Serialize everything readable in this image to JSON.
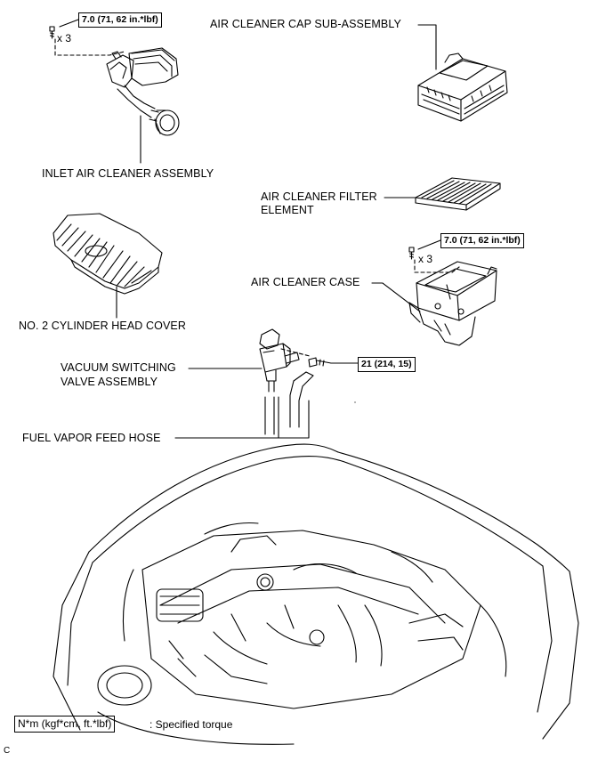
{
  "torque": {
    "inlet": "7.0 (71, 62 in.*lbf)",
    "case": "7.0 (71, 62 in.*lbf)",
    "vsv": "21 (214, 15)"
  },
  "qty": {
    "inlet": "x 3",
    "case": "x 3"
  },
  "labels": {
    "cap": "AIR CLEANER CAP SUB-ASSEMBLY",
    "inlet": "INLET AIR CLEANER ASSEMBLY",
    "filter_line1": "AIR CLEANER FILTER",
    "filter_line2": "ELEMENT",
    "case": "AIR CLEANER CASE",
    "head_cover": "NO. 2 CYLINDER HEAD COVER",
    "vsv_line1": "VACUUM SWITCHING",
    "vsv_line2": "VALVE ASSEMBLY",
    "hose": "FUEL VAPOR FEED HOSE"
  },
  "legend": {
    "box": "N*m (kgf*cm, ft.*lbf)",
    "text": ": Specified torque"
  },
  "figure_code": "C"
}
